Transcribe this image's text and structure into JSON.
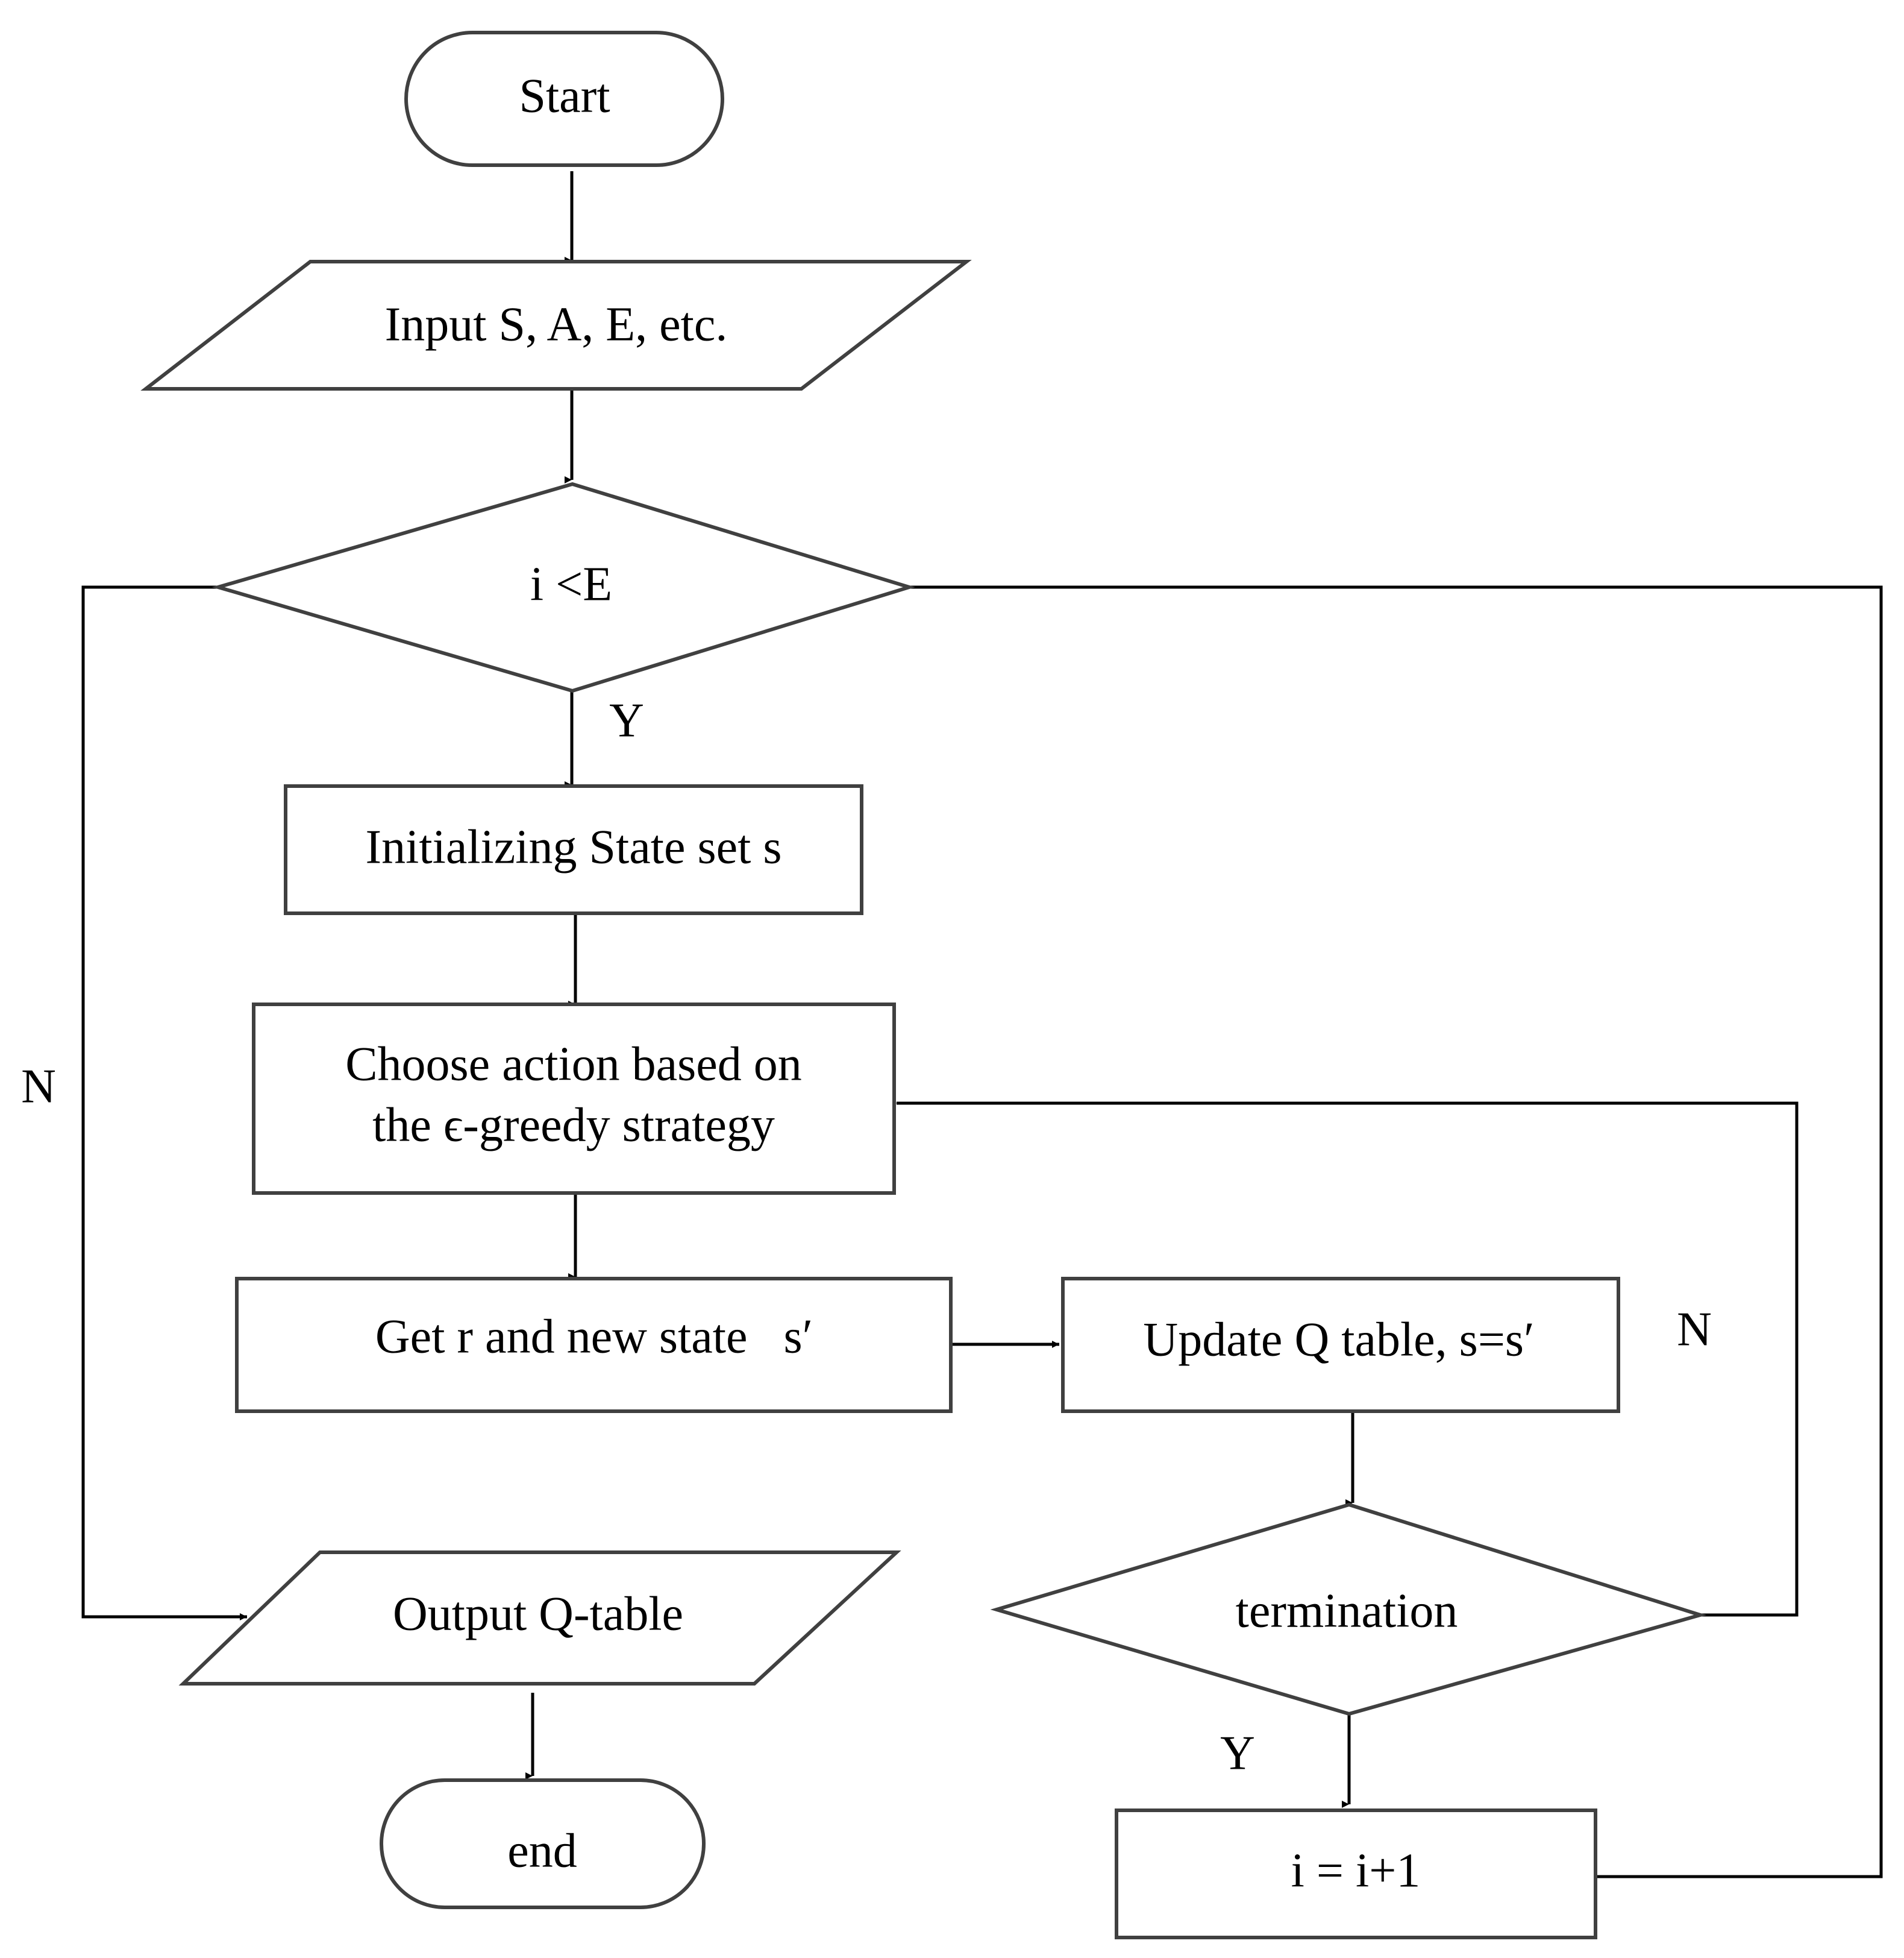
{
  "nodes": {
    "start": "Start",
    "input": "Input S, A, E, etc.",
    "loop_condition": "i <E",
    "init_state": "Initializing State set s",
    "choose_action_line1": "Choose action based on",
    "choose_action_line2": "the ϵ-greedy strategy",
    "get_reward": "Get r and new state   s′",
    "update_q": "Update Q table, s=s′",
    "termination": "termination",
    "increment": "i = i+1",
    "output": "Output Q-table",
    "end": "end"
  },
  "edge_labels": {
    "loop_yes": "Y",
    "loop_no": "N",
    "termination_yes": "Y",
    "termination_no": "N"
  },
  "colors": {
    "stroke": "#404040",
    "line": "#000000",
    "background": "#ffffff",
    "text": "#000000"
  }
}
